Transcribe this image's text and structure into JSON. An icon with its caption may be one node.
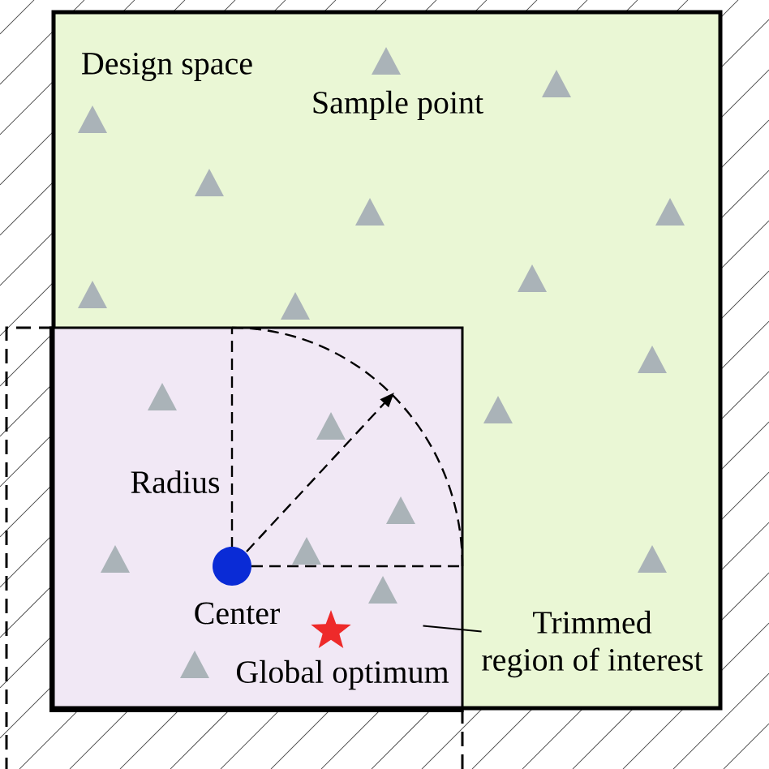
{
  "diagram": {
    "nodes": [
      {
        "text": [
          "Design space"
        ]
      },
      {
        "text": [],
        "shape": "box",
        "in": 0
      },
      {
        "text": [
          "Trimmed region of interest"
        ],
        "in": 0
      }
    ],
    "edges": [
      {
        "from": 2,
        "to": 1,
        "arrow": "none"
      }
    ],
    "labels": [
      "Sample point",
      "Radius",
      "Center",
      "Global optimum"
    ]
  }
}
